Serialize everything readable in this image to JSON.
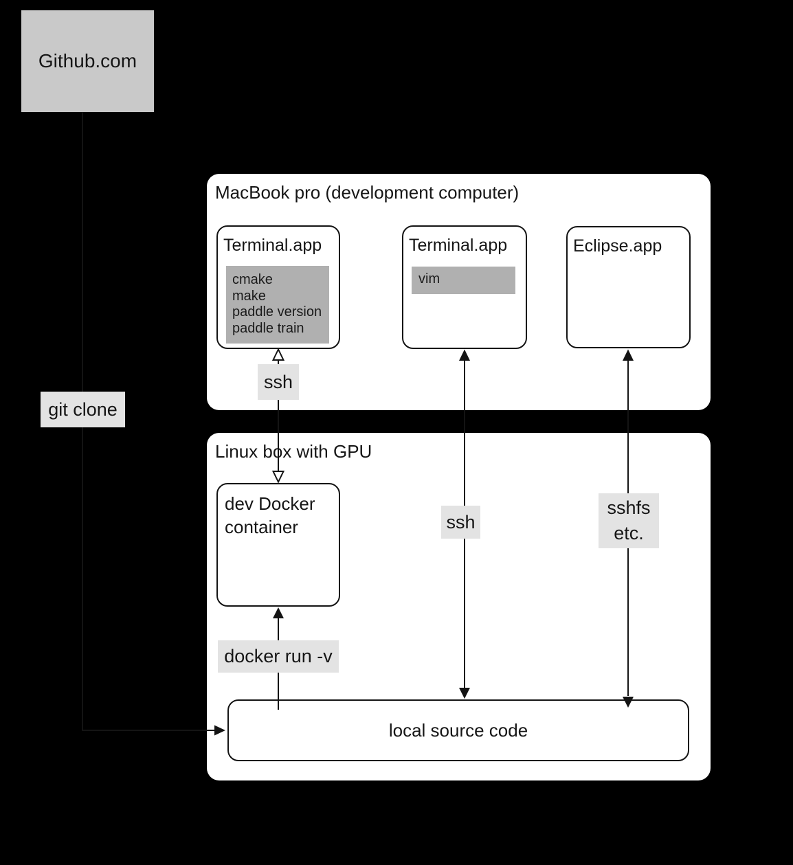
{
  "palette": {
    "background": "#000000",
    "panel_white": "#ffffff",
    "github_gray": "#c9c9c9",
    "terminal_inner_gray": "#b0b0b0",
    "edge_label_gray": "#e3e3e3",
    "line_black": "#141414"
  },
  "nodes": {
    "github": {
      "label": "Github.com"
    },
    "macbook": {
      "title": "MacBook pro (development computer)"
    },
    "terminal_build": {
      "title": "Terminal.app",
      "commands": [
        "cmake",
        "make",
        "paddle version",
        "paddle train"
      ]
    },
    "terminal_vim": {
      "title": "Terminal.app",
      "commands": [
        "vim"
      ]
    },
    "eclipse": {
      "title": "Eclipse.app"
    },
    "linux": {
      "title": "Linux box with GPU"
    },
    "dev_docker": {
      "title_lines": [
        "dev Docker",
        "container"
      ]
    },
    "local_source": {
      "label": "local source code"
    }
  },
  "edge_labels": {
    "git_clone": "git clone",
    "ssh_top": "ssh",
    "ssh_bottom": "ssh",
    "sshfs_lines": [
      "sshfs",
      "etc."
    ],
    "docker_run": "docker run -v"
  }
}
